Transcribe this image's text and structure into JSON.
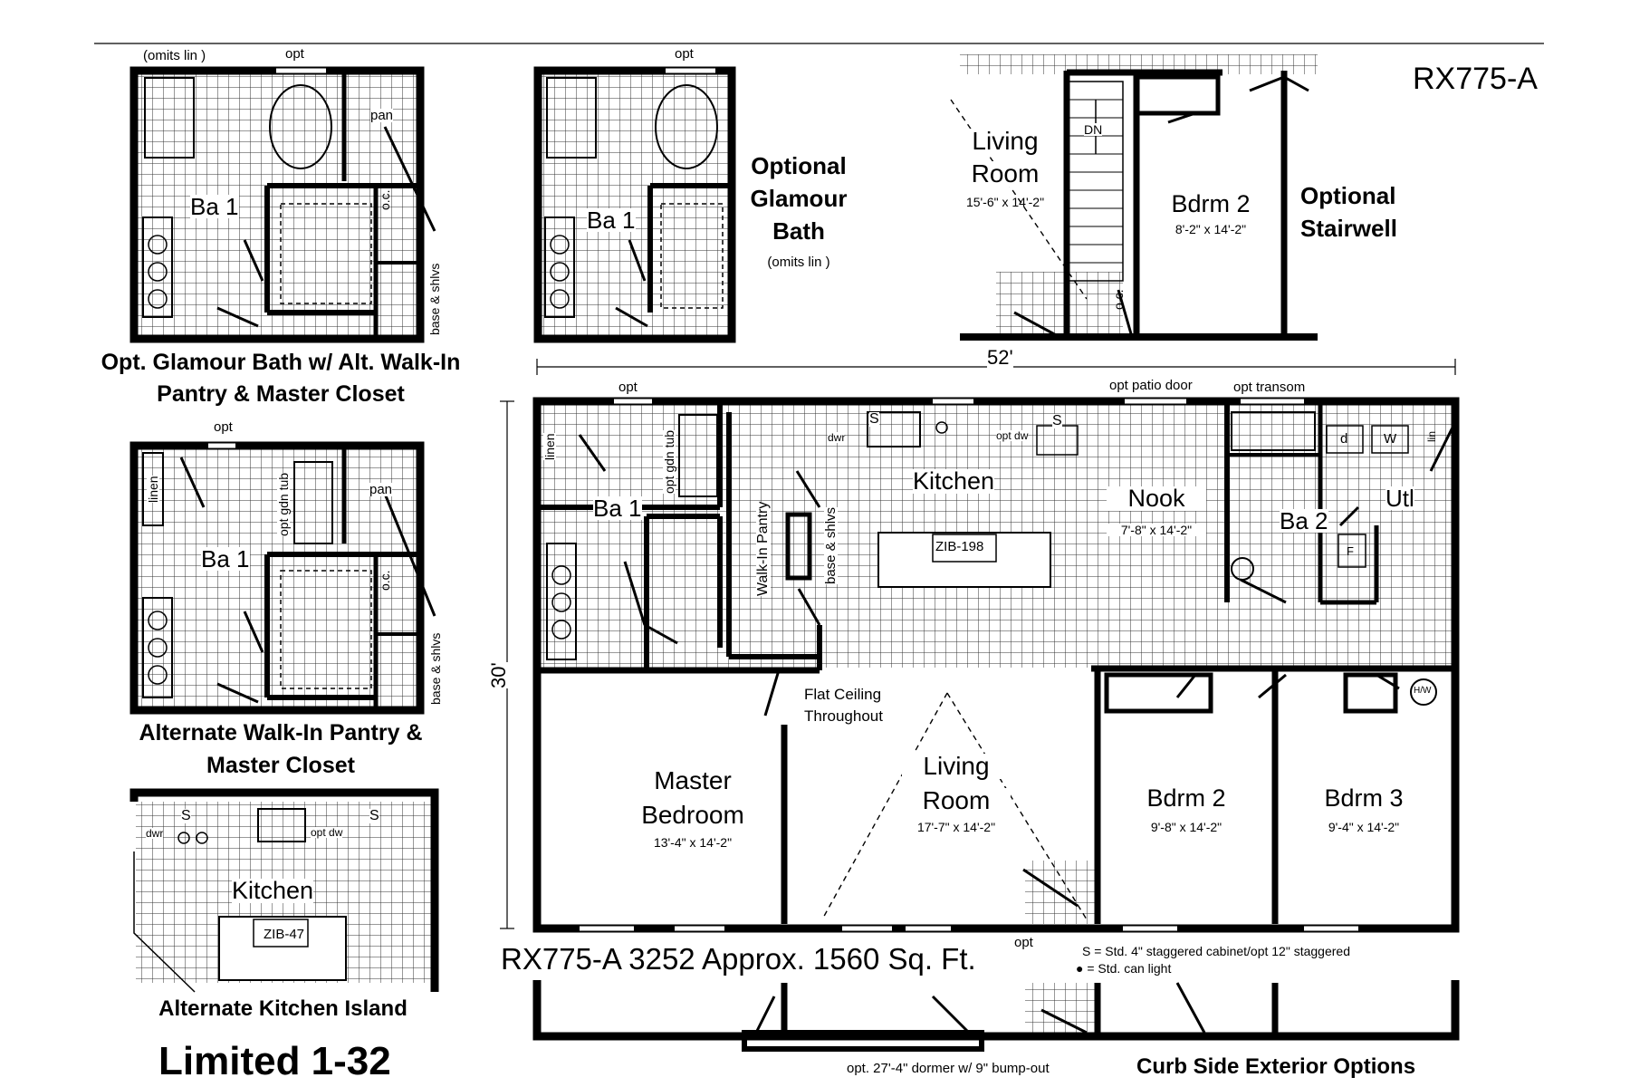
{
  "model_code": "RX775-A",
  "footer": {
    "plan_caption": "RX775-A 3252  Approx. 1560 Sq. Ft.",
    "series": "Limited 1-32"
  },
  "dimensions": {
    "width": "52'",
    "depth": "30'"
  },
  "legend": {
    "s_note": "S = Std. 4\" staggered cabinet/opt 12\" staggered",
    "dot_note": "● = Std. can light"
  },
  "main_plan": {
    "ba1": "Ba 1",
    "linen": "linen",
    "opt_gdn_tub": "opt gdn tub",
    "walk_in_pantry": "Walk-In Pantry",
    "base_shlvs": "base & shlvs",
    "kitchen": "Kitchen",
    "island": "ZIB-198",
    "dwr": "dwr",
    "s": "S",
    "opt_dw": "opt dw",
    "nook": "Nook",
    "nook_size": "7'-8\" x 14'-2\"",
    "ba2": "Ba 2",
    "utl": "Utl",
    "d": "d",
    "w": "W",
    "lin": "lin",
    "f": "F",
    "hw": "H/W",
    "master": "Master",
    "bedroom": "Bedroom",
    "master_size": "13'-4\" x 14'-2\"",
    "living": "Living",
    "room": "Room",
    "living_size": "17'-7\" x 14'-2\"",
    "bdrm2": "Bdrm 2",
    "bdrm2_size": "9'-8\" x 14'-2\"",
    "bdrm3": "Bdrm 3",
    "bdrm3_size": "9'-4\" x 14'-2\"",
    "flat_ceiling_1": "Flat Ceiling",
    "flat_ceiling_2": "Throughout",
    "opt": "opt",
    "opt_patio_door": "opt patio door",
    "opt_transom": "opt transom"
  },
  "glamour_bath_alt": {
    "caption_1": "Opt. Glamour Bath w/ Alt. Walk-In",
    "caption_2": "Pantry & Master Closet",
    "omits_lin": "(omits lin )",
    "opt": "opt",
    "ba1": "Ba 1",
    "pan": "pan",
    "oc": "o.c.",
    "base_shlvs": "base & shlvs"
  },
  "glamour_bath": {
    "title_1": "Optional",
    "title_2": "Glamour",
    "title_3": "Bath",
    "omits_lin": "(omits lin )",
    "opt": "opt",
    "ba1": "Ba 1"
  },
  "stairwell": {
    "title_1": "Optional",
    "title_2": "Stairwell",
    "living": "Living",
    "room": "Room",
    "living_size": "15'-6\" x 14'-2\"",
    "dn": "DN",
    "bdrm2": "Bdrm 2",
    "bdrm2_size": "8'-2\" x 14'-2\"",
    "oc": "o.c."
  },
  "alt_pantry": {
    "caption_1": "Alternate Walk-In Pantry &",
    "caption_2": "Master Closet",
    "opt": "opt",
    "linen": "linen",
    "opt_gdn_tub": "opt gdn tub",
    "pan": "pan",
    "ba1": "Ba 1",
    "oc": "o.c.",
    "base_shlvs": "base & shlvs"
  },
  "alt_kitchen": {
    "caption": "Alternate Kitchen Island",
    "kitchen": "Kitchen",
    "island": "ZIB-47",
    "dwr": "dwr",
    "s": "S",
    "opt_dw": "opt dw"
  },
  "curb_side": {
    "caption": "Curb Side Exterior Options",
    "dormer": "opt. 27'-4\" dormer w/ 9\" bump-out",
    "opt": "opt"
  }
}
